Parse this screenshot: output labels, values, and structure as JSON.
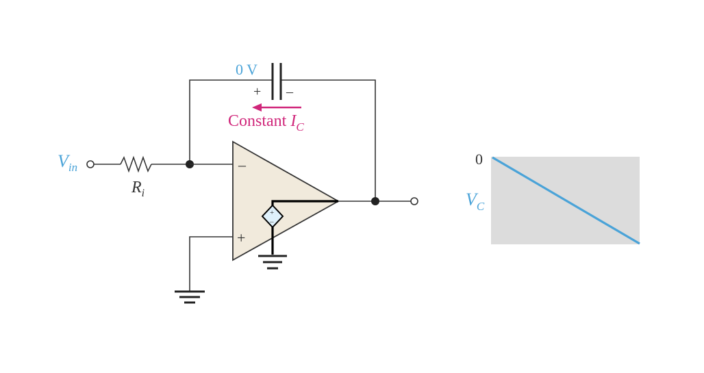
{
  "circuit": {
    "input_label_main": "V",
    "input_label_sub": "in",
    "resistor_label_main": "R",
    "resistor_label_sub": "i",
    "capacitor_voltage": "0 V",
    "cap_plus": "+",
    "cap_minus": "–",
    "current_label_text": "Constant ",
    "current_label_main": "I",
    "current_label_sub": "C",
    "opamp_inverting": "–",
    "opamp_noninverting": "+",
    "source_plus": "+",
    "source_minus": "–"
  },
  "graph": {
    "zero_label": "0",
    "v_label_main": "V",
    "v_label_sub": "C"
  },
  "colors": {
    "label_blue": "#4aa3d8",
    "current_magenta": "#d0267a",
    "opamp_fill": "#f1eadc",
    "graph_bg": "#dcdcdc",
    "graph_line": "#4aa3d8"
  }
}
